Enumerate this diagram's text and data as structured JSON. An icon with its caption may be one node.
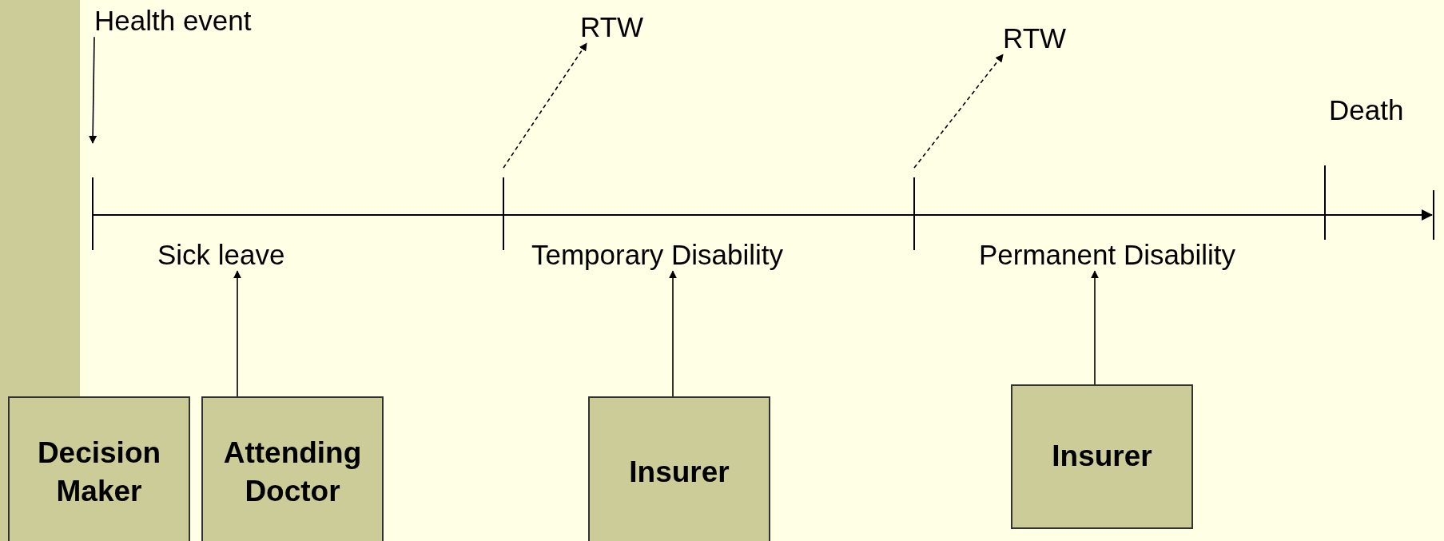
{
  "diagram": {
    "nodes": [
      {
        "text": [
          "Health event"
        ]
      },
      {
        "text": [
          "RTW"
        ]
      },
      {
        "text": [
          "RTW"
        ]
      },
      {
        "text": [
          "Sick leave"
        ]
      },
      {
        "text": [
          "Temporary Disability"
        ]
      },
      {
        "text": [
          "Permanent Disability"
        ]
      },
      {
        "text": [
          "Decision Maker"
        ]
      },
      {
        "text": [
          "Attending Doctor"
        ]
      },
      {
        "text": [
          "Insurer"
        ]
      },
      {
        "text": [
          "Insurer"
        ]
      }
    ],
    "edges": [
      {
        "from": 0,
        "to": null,
        "arrow": "to"
      },
      {
        "from": null,
        "to": 1,
        "arrow": "to",
        "style": "dashed"
      },
      {
        "from": null,
        "to": 2,
        "arrow": "to",
        "style": "dashed"
      },
      {
        "from": 7,
        "to": 3,
        "arrow": "to"
      },
      {
        "from": 8,
        "to": 4,
        "arrow": "to"
      },
      {
        "from": 9,
        "to": 5,
        "arrow": "to"
      }
    ],
    "labels": [
      "Death"
    ]
  }
}
